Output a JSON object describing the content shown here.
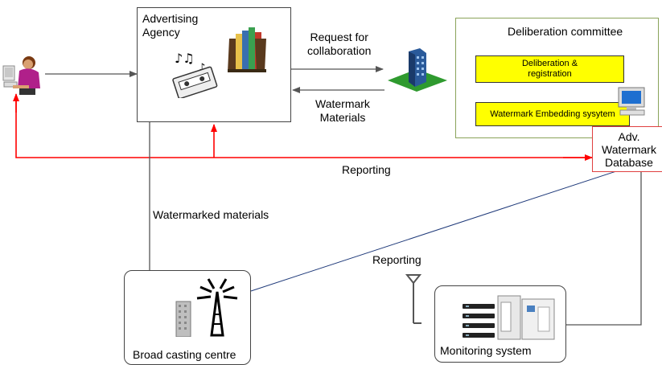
{
  "nodes": {
    "agency": {
      "title": "Advertising\nAgency"
    },
    "committee": {
      "title": "Deliberation committee",
      "step1": "Deliberation &\nregistration",
      "step2": "Watermark Embedding sysytem"
    },
    "database": {
      "title": "Adv.\nWatermark\nDatabase"
    },
    "broadcast": {
      "title": "Broad casting centre"
    },
    "monitoring": {
      "title": "Monitoring system"
    }
  },
  "edges": {
    "request": "Request for\ncollaboration",
    "materials": "Watermark\nMaterials",
    "reporting_main": "Reporting",
    "watermarked": "Watermarked materials",
    "reporting_monitor": "Reporting"
  },
  "colors": {
    "report_line": "#ff0000",
    "diag_line": "#1f3a7a",
    "committee_border": "#8aa35a",
    "step_fill": "#ffff00",
    "gray_arrow": "#555555"
  },
  "icons": [
    "person-at-computer-icon",
    "cassette-music-icon",
    "books-icon",
    "office-building-icon",
    "computer-monitor-icon",
    "radio-tower-icon",
    "antenna-icon",
    "server-rack-icon"
  ]
}
